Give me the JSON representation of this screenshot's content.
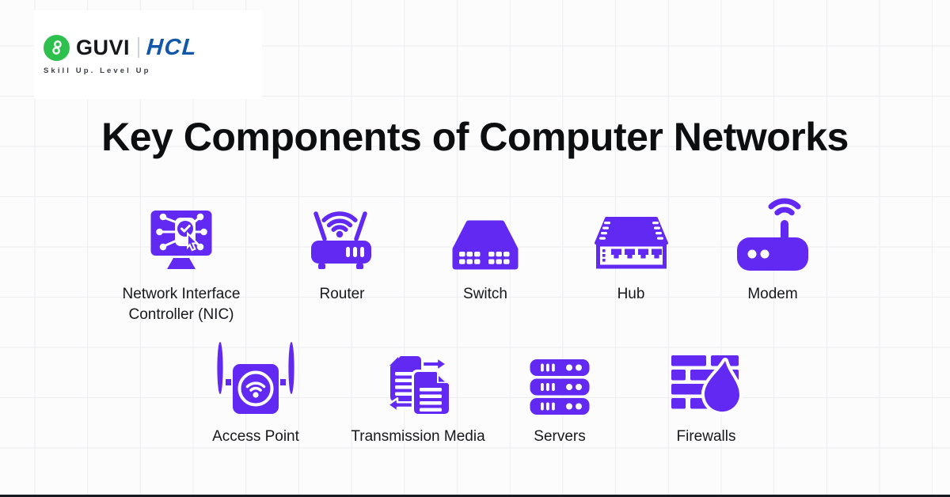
{
  "theme": {
    "accent": "#6129f2",
    "guvi_green": "#2ec04d",
    "hcl_blue": "#1358a8",
    "page_bg": "#fcfcfd",
    "grid_line": "#ededf1"
  },
  "header": {
    "guvi_wordmark": "GUVI",
    "tagline": "Skill Up. Level Up",
    "partner_wordmark": "HCL"
  },
  "title": "Key Components of Computer Networks",
  "rows": [
    {
      "items": [
        {
          "label": "Network Interface Controller (NIC)",
          "icon": "nic-monitor-icon"
        },
        {
          "label": "Router",
          "icon": "router-icon"
        },
        {
          "label": "Switch",
          "icon": "switch-icon"
        },
        {
          "label": "Hub",
          "icon": "hub-icon"
        },
        {
          "label": "Modem",
          "icon": "modem-icon"
        }
      ]
    },
    {
      "items": [
        {
          "label": "Access Point",
          "icon": "access-point-icon"
        },
        {
          "label": "Transmission Media",
          "icon": "transmission-media-icon"
        },
        {
          "label": "Servers",
          "icon": "servers-icon"
        },
        {
          "label": "Firewalls",
          "icon": "firewalls-icon"
        }
      ]
    }
  ]
}
